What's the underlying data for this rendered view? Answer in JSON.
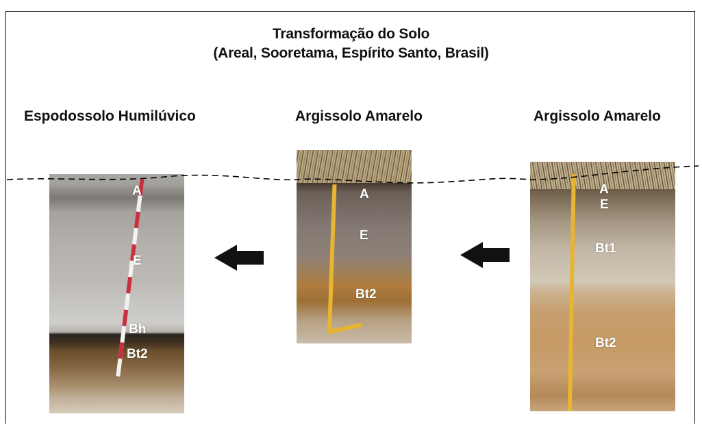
{
  "title": {
    "line1": "Transformação do Solo",
    "line2": "(Areal, Sooretama, Espírito Santo, Brasil)"
  },
  "profiles": [
    {
      "heading": "Espodossolo Humilúvico",
      "horizons": [
        "A",
        "E",
        "Bh",
        "Bt2"
      ]
    },
    {
      "heading": "Argissolo Amarelo",
      "horizons": [
        "A",
        "E",
        "Bt2"
      ]
    },
    {
      "heading": "Argissolo Amarelo",
      "horizons": [
        "A",
        "E",
        "Bt1",
        "Bt2"
      ]
    }
  ],
  "colors": {
    "arrow": "#111111",
    "surface_line": "#000000",
    "scale_red": "#c8303f",
    "scale_yellow": "#e8b531"
  },
  "icons": {
    "transition_arrow": "arrow-left-icon"
  }
}
